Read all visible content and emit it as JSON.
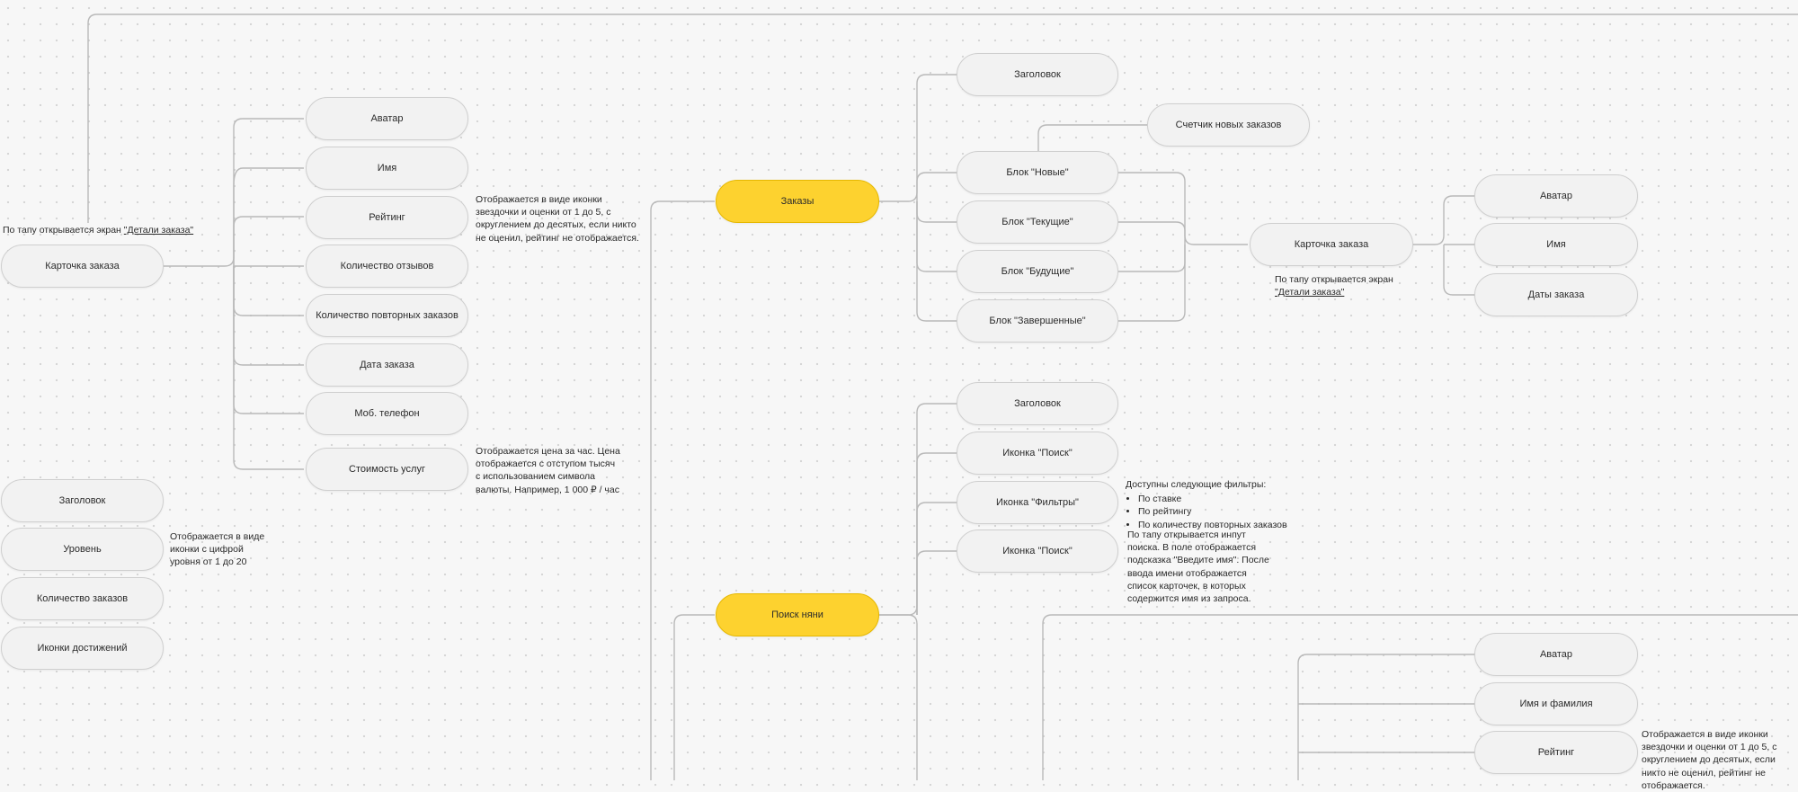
{
  "left_tree": {
    "card": "Карточка заказа",
    "card_note_prefix": "По тапу открывается экран ",
    "card_note_link": "\"Детали заказа\"",
    "fields": [
      "Аватар",
      "Имя",
      "Рейтинг",
      "Количество отзывов",
      "Количество повторных заказов",
      "Дата заказа",
      "Моб. телефон",
      "Стоимость услуг"
    ],
    "rating_note": "Отображается в виде иконки звездочки и оценки от 1 до 5, с округлением до десятых, если никто не оценил, рейтинг не отображается.",
    "price_note": "Отображается цена за час. Цена отображается с отступом тысяч с использованием символа валюты. Например, 1 000 ₽ / час"
  },
  "profile_list": {
    "items": [
      "Заголовок",
      "Уровень",
      "Количество заказов",
      "Иконки достижений"
    ],
    "level_note": "Отображается в виде иконки с цифрой уровня от 1 до 20"
  },
  "orders": {
    "label": "Заказы",
    "children": [
      "Заголовок",
      "Блок \"Новые\"",
      "Блок \"Текущие\"",
      "Блок \"Будущие\"",
      "Блок \"Завершенные\""
    ],
    "new_counter": "Счетчик новых заказов",
    "card": "Карточка заказа",
    "card_note_prefix": "По тапу открывается экран",
    "card_note_link": "\"Детали заказа\"",
    "card_fields": [
      "Аватар",
      "Имя",
      "Даты заказа"
    ]
  },
  "nanny_search": {
    "label": "Поиск няни",
    "children": [
      "Заголовок",
      "Иконка \"Поиск\"",
      "Иконка \"Фильтры\"",
      "Иконка \"Поиск\""
    ],
    "filters_title": "Доступны следующие фильтры:",
    "filters": [
      "По ставке",
      "По рейтингу",
      "По количеству повторных заказов"
    ],
    "search_note": "По тапу открывается инпут поиска. В поле отображается подсказка \"Введите имя\". После ввода имени отображается список карточек, в которых содержится имя из запроса."
  },
  "nanny_card": {
    "fields": [
      "Аватар",
      "Имя и фамилия",
      "Рейтинг"
    ],
    "rating_note": "Отображается в виде иконки звездочки и оценки от 1 до 5, с округлением до десятых, если никто не оценил, рейтинг не отображается."
  },
  "colors": {
    "accent": "#fdd22f",
    "node_bg": "#f2f2f2",
    "connector": "#b9b9b9"
  }
}
